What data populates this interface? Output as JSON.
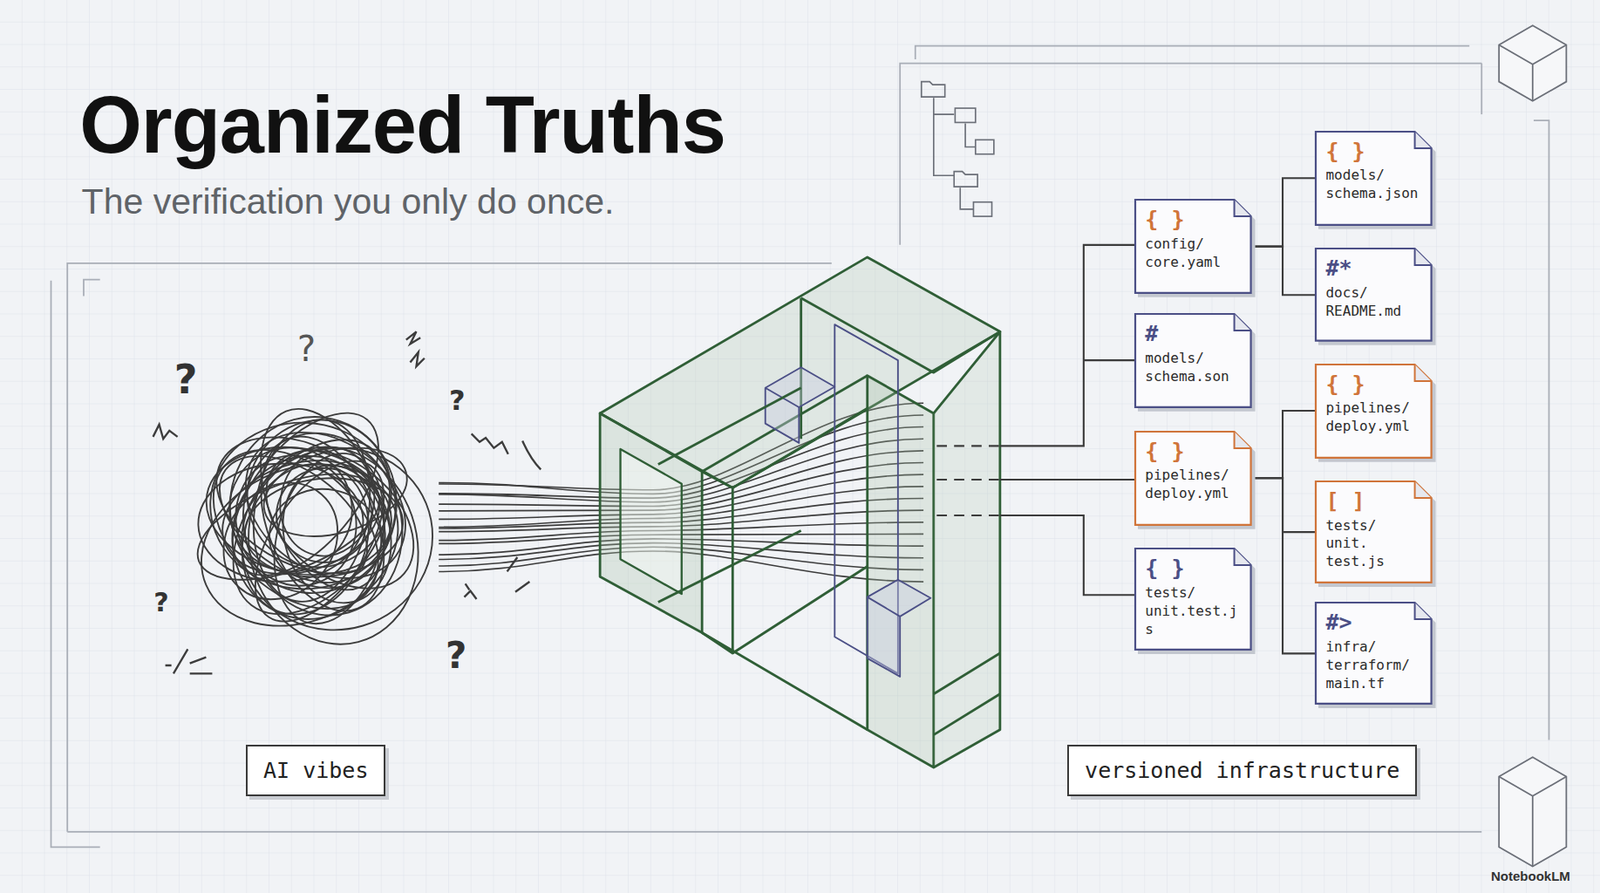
{
  "diagram": {
    "title": "Organized Truths",
    "caption": "The verification you only do once.",
    "nodes": [
      {
        "text": [
          "AI vibes"
        ]
      },
      {
        "text": [
          "{ }",
          "config/ core.yaml"
        ]
      },
      {
        "text": [
          "#",
          "models/ schema.son"
        ]
      },
      {
        "text": [
          "{ }",
          "pipelines/ deploy.yml"
        ]
      },
      {
        "text": [
          "{ }",
          "tests/ unit.test.js"
        ]
      },
      {
        "text": [
          "{ }",
          "models/ schema.json"
        ]
      },
      {
        "text": [
          "#*",
          "docs/ README.md"
        ]
      },
      {
        "text": [
          "{ }",
          "pipelines/ deploy.yml"
        ]
      },
      {
        "text": [
          "[ ]",
          "tests/ unit. test.js"
        ]
      },
      {
        "text": [
          "#>",
          "infra/ terraform/ main.tf"
        ]
      },
      {
        "text": [
          "versioned infrastructure"
        ]
      }
    ],
    "edges": [
      {
        "from": 1,
        "to": 5,
        "arrow": "none"
      },
      {
        "from": 1,
        "to": 6,
        "arrow": "none"
      },
      {
        "from": 3,
        "to": 7,
        "arrow": "none"
      },
      {
        "from": 3,
        "to": 8,
        "arrow": "none"
      },
      {
        "from": 3,
        "to": 9,
        "arrow": "none"
      }
    ],
    "labels": [
      "?",
      "?",
      "?",
      "?",
      "?",
      "NotebookLM"
    ]
  }
}
